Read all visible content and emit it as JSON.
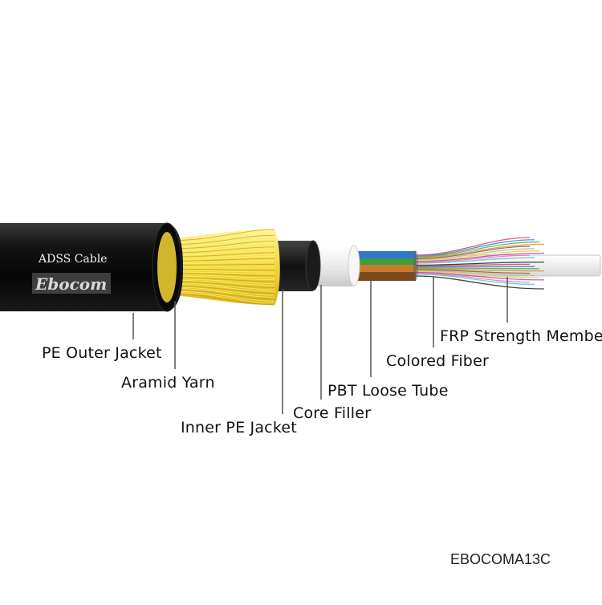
{
  "cable_brand_text": "ADSS Cable",
  "logo_text": "Ebocom",
  "labels": {
    "frp": "FRP Strength Membe",
    "colored_fiber": "Colored Fiber",
    "pbt_tube": "PBT Loose Tube",
    "core_filler": "Core Filler",
    "inner_jacket": "Inner PE Jacket",
    "aramid": "Aramid Yarn",
    "pe_outer": "PE Outer Jacket"
  },
  "caption": "EBOCOMA13C",
  "colors": {
    "outer_jacket": "#0e0e0e",
    "aramid": "#f4e04a",
    "inner_jacket": "#151515",
    "core_filler": "#f2f2f2",
    "blue_tube": "#2f78c8",
    "green_tube": "#3f9b3d",
    "orange_tube": "#c87a2a",
    "brown_tube": "#7a4a1e"
  },
  "fiber_colors": [
    "#d94545",
    "#3b7be0",
    "#44b044",
    "#e08a2c",
    "#8b5a2b",
    "#b0b0b0",
    "#f0d020",
    "#aa44cc",
    "#ff66aa",
    "#44cccc",
    "#ffffff",
    "#222222"
  ]
}
